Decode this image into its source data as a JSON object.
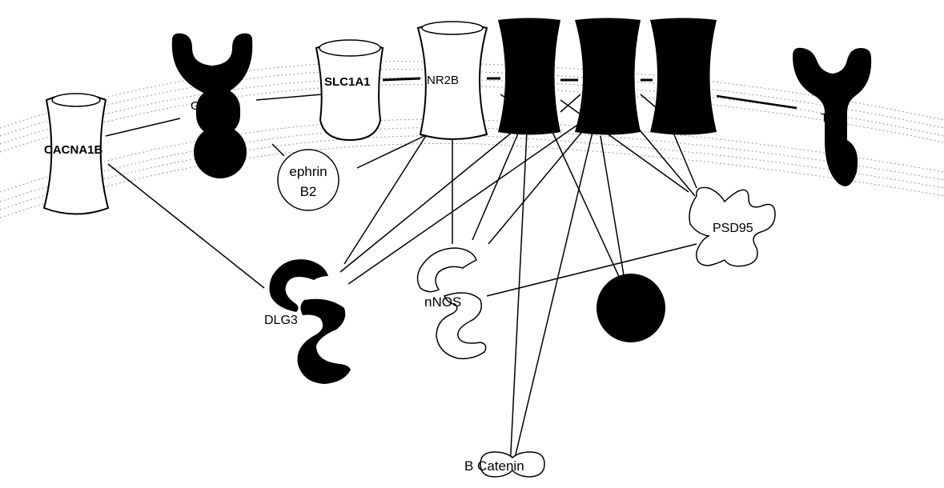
{
  "diagram": {
    "nodes": {
      "cacnaib": {
        "label": "CACNA1B"
      },
      "grm1": {
        "label": "GRM1"
      },
      "slc1a1": {
        "label": "SLC1A1"
      },
      "nr2b": {
        "label": "NR2B"
      },
      "ephrinb2": {
        "label_line1": "ephrin",
        "label_line2": "B2"
      },
      "trkb": {
        "label": "TrkB"
      },
      "psd95": {
        "label": "PSD95"
      },
      "nnos": {
        "label": "nNOS"
      },
      "dlg": {
        "label": "DLG3"
      },
      "bcatenin": {
        "label": "B Catenin"
      }
    }
  },
  "colors": {
    "filled": "#000000",
    "outline": "#000000",
    "background": "#ffffff",
    "membrane": "#9a9a9a"
  }
}
